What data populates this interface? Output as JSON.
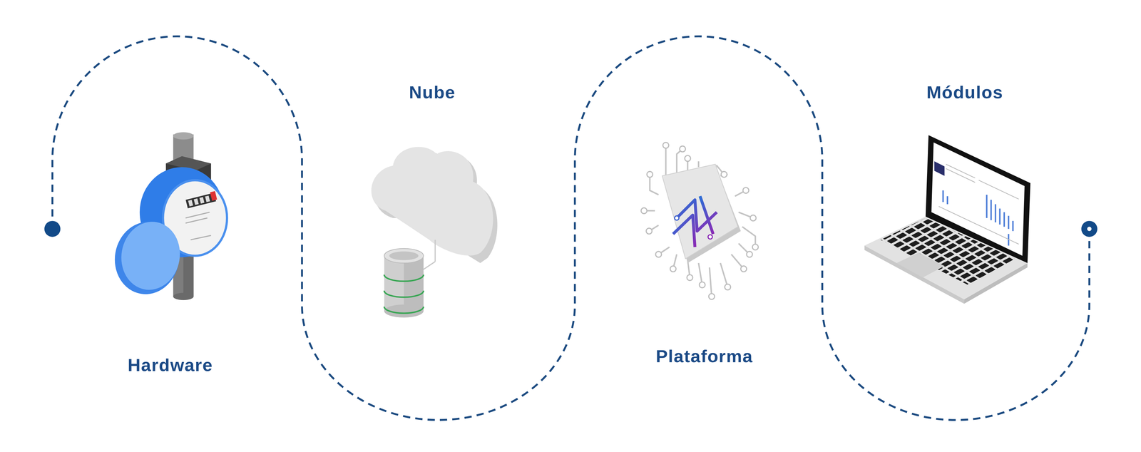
{
  "diagram": {
    "labels": [
      "Hardware",
      "Nube",
      "Plataforma",
      "Módulos"
    ]
  }
}
